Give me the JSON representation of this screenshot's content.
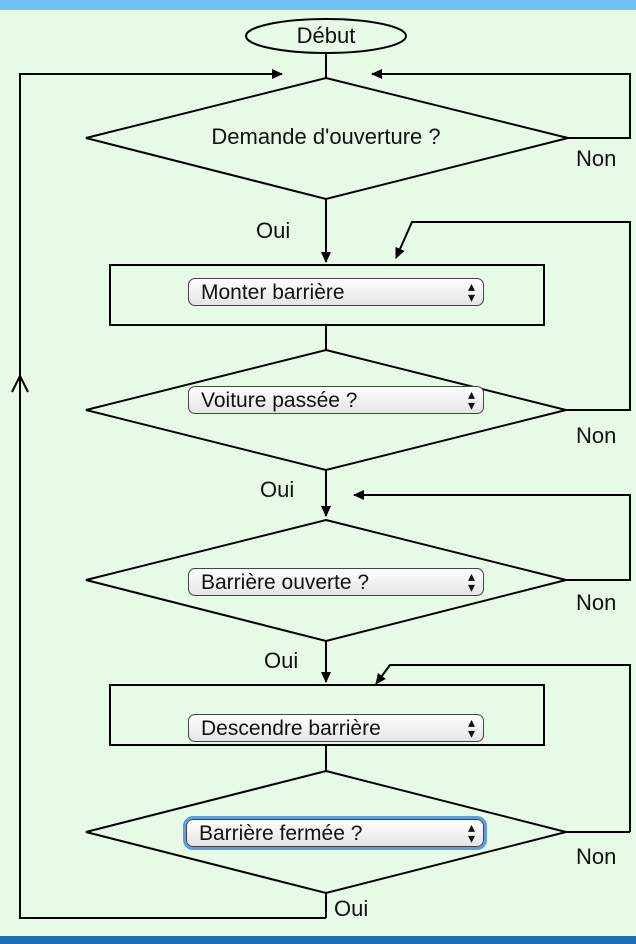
{
  "start_label": "Début",
  "decision_1": "Demande d'ouverture ?",
  "yes_label": "Oui",
  "no_label": "Non",
  "steps": {
    "raise": "Monter barrière",
    "car_passed": "Voiture passée ?",
    "barrier_open": "Barrière ouverte ?",
    "lower": "Descendre barrière",
    "barrier_closed": "Barrière fermée ?"
  },
  "colors": {
    "background": "#e6fae6",
    "line": "#000000",
    "focus": "#5b9ee8",
    "top_bar": "#6ec3f2",
    "bottom_bar": "#1e6fb8"
  }
}
